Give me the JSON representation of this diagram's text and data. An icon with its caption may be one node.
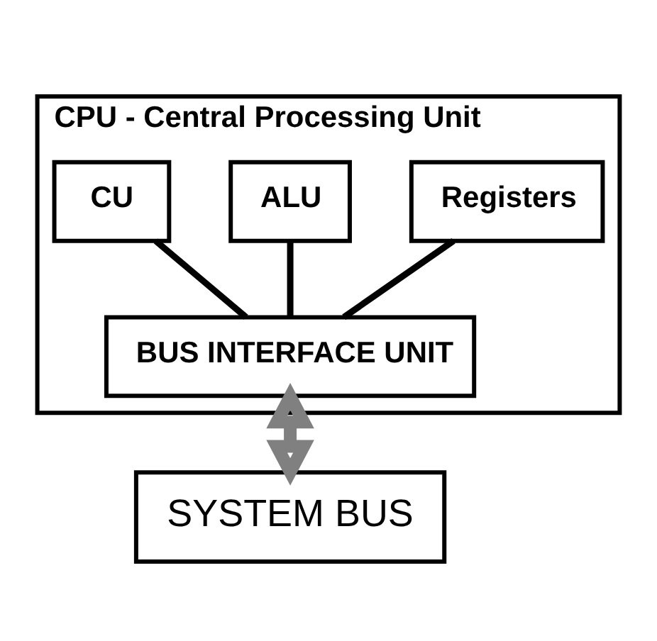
{
  "diagram": {
    "nodes": [
      {
        "text": [
          "CPU - Central Processing Unit"
        ]
      },
      {
        "text": [
          "CU"
        ],
        "in": 0
      },
      {
        "text": [
          "ALU"
        ],
        "in": 0
      },
      {
        "text": [
          "Registers"
        ],
        "in": 0
      },
      {
        "text": [
          "BUS INTERFACE UNIT"
        ],
        "in": 0
      },
      {
        "text": [
          "SYSTEM BUS"
        ]
      }
    ],
    "edges": [
      {
        "from": 1,
        "to": 4,
        "arrow": "none"
      },
      {
        "from": 2,
        "to": 4,
        "arrow": "none"
      },
      {
        "from": 3,
        "to": 4,
        "arrow": "none"
      },
      {
        "from": 4,
        "to": 5,
        "arrow": "both",
        "style": "thick",
        "color": "#808080"
      }
    ]
  }
}
